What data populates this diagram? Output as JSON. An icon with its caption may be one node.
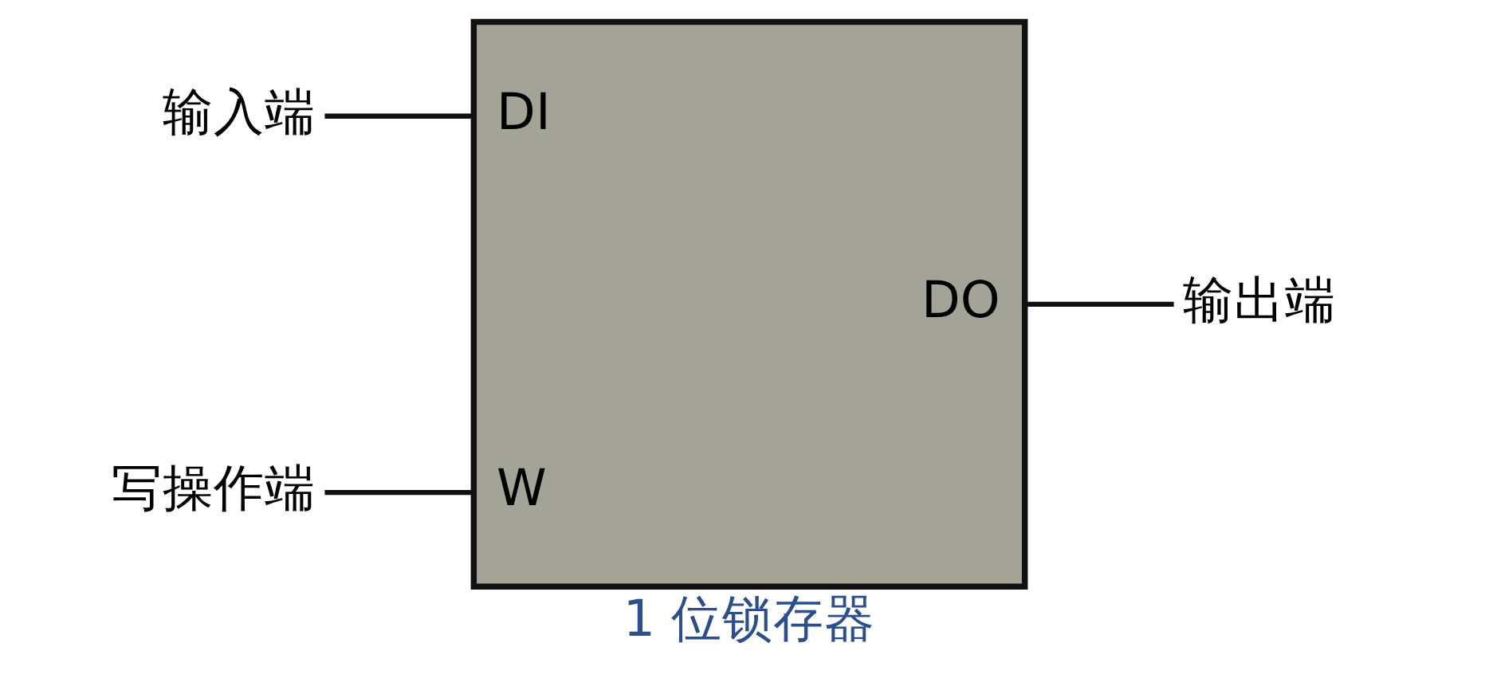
{
  "diagram": {
    "caption": "1 位锁存器",
    "nodes": [
      {
        "text": [
          "输入端"
        ]
      },
      {
        "text": [
          "写操作端"
        ]
      },
      {
        "text": [
          "DI",
          "DO",
          "W"
        ]
      },
      {
        "text": [
          "输出端"
        ]
      }
    ],
    "edges": [
      {
        "from": 0,
        "to": 2,
        "arrow": "none"
      },
      {
        "from": 1,
        "to": 2,
        "arrow": "none"
      },
      {
        "from": 2,
        "to": 3,
        "arrow": "none"
      }
    ]
  }
}
